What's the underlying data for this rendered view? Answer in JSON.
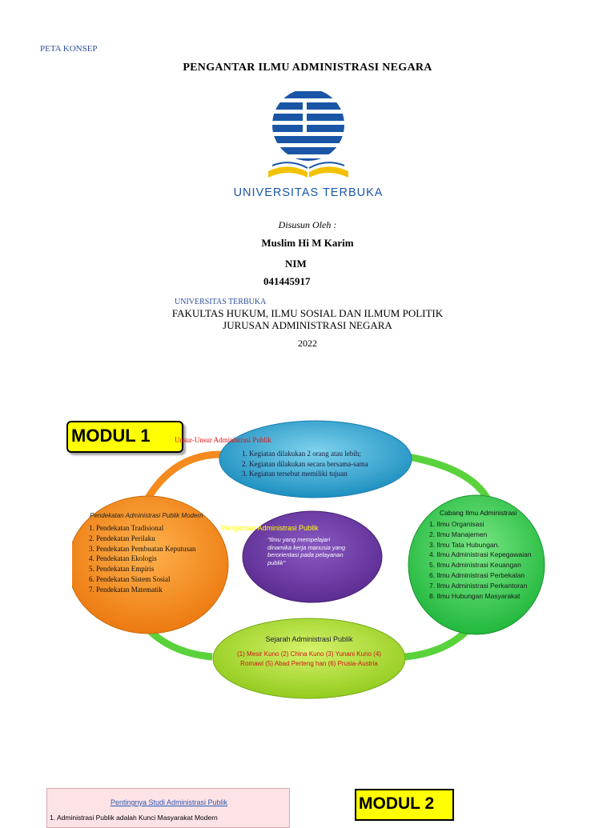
{
  "header": {
    "peta_konsep": "PETA KONSEP",
    "title": "PENGANTAR ILMU ADMINISTRASI NEGARA"
  },
  "logo": {
    "name": "UNIVERSITAS TERBUKA",
    "colors": {
      "blue": "#1a56a6",
      "yellow": "#f2c200"
    }
  },
  "cover": {
    "disusun_oleh": "Disusun Oleh :",
    "author": "Muslim Hi M Karim",
    "nim_label": "NIM",
    "nim": "041445917",
    "university_small": "UNIVERSITAS TERBUKA",
    "fakultas": "FAKULTAS HUKUM, ILMU SOSIAL DAN ILMUM POLITIK",
    "jurusan": "JURUSAN ADMINISTRASI NEGARA",
    "year": "2022"
  },
  "modul1": {
    "label": "MODUL 1",
    "unsur": {
      "title": "Unsur-Unsur Administrasi Publik",
      "items": [
        "1. Kegiatan dilakukan 2 orang atau lebih;",
        "2. Kegiatan dilakukan secara bersama-sama",
        "3. Kegiatan tersebut memiliki tujuan"
      ]
    },
    "pendekatan": {
      "title": "Pendekatan Administrasi Publik Modern",
      "items": [
        "1. Pendekatan Tradisional",
        "2. Pendekatan Perilaku",
        "3. Pendekatan Pembuatan Keputusan",
        "4. Pendekatan Ekologis",
        "5. Pendekatan Empiris",
        "6. Pendekatan Sistem Sosial",
        "7. Pendekatan Matematik"
      ]
    },
    "pengertian": {
      "title": "Pengertian Administrasi Publik",
      "text": "\"Ilmu yang mempelajari dinamika kerja manusia yang berorientasi pada pelayanan publik\""
    },
    "cabang": {
      "title": "Cabang Ilmu Administrasi",
      "items": [
        "1. Ilmu Organisasi",
        "2. Ilmu Manajemen",
        "3. Ilmu Tata Hubungan.",
        "4. Ilmu Administrasi Kepegawaian",
        "5. Ilmu Administrasi Keuangan",
        "6. Ilmu Administrasi Perbekalan",
        "7. Ilmu Administrasi Perkantoran",
        "8. Ilmu Hubungan Masyarakat"
      ]
    },
    "sejarah": {
      "title": "Sejarah Administrasi Publik",
      "text": "(1) Mesir Kuno (2) China Kuno (3) Yunani Kuno (4) Romawi (5) Abad Perteng han (6) Prusia-Austria"
    },
    "colors": {
      "top": "#2aa5cf",
      "left": "#f08a1f",
      "center": "#6d3aa6",
      "right": "#2fc84a",
      "bottom": "#a6d92c",
      "ring_orange": "#f58a1f",
      "ring_green": "#59d23c"
    }
  },
  "bottom": {
    "pentingnya_title": "Pentingnya Studi Administrasi Publik",
    "pentingnya_item": "1. Administrasi Publik adalah Kunci Masyarakat Modern",
    "modul2": "MODUL 2"
  }
}
